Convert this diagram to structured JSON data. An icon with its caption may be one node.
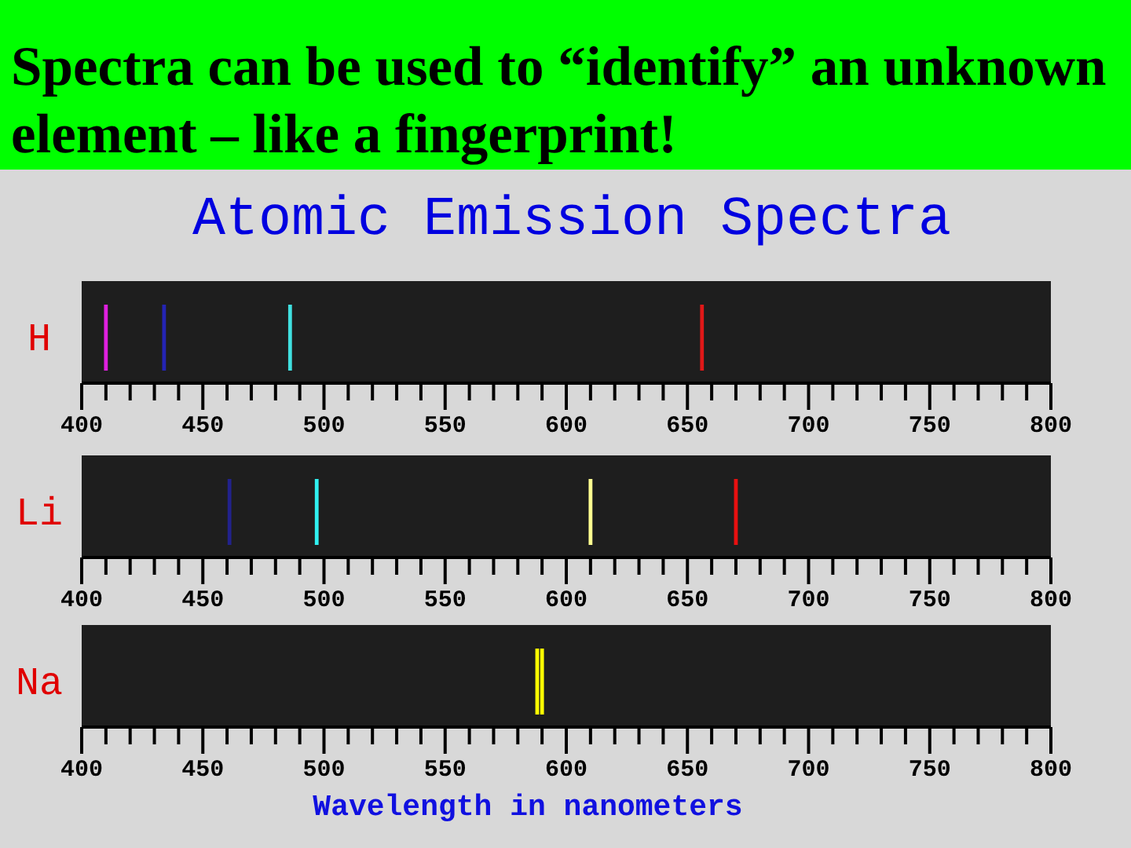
{
  "diagram": {
    "title": "Spectra can be used to “identify” an unknown element – like a fingerprint!",
    "labels": [
      "Atomic Emission Spectra",
      "H",
      "400",
      "450",
      "500",
      "550",
      "600",
      "650",
      "700",
      "750",
      "800",
      "Li",
      "400",
      "450",
      "500",
      "550",
      "600",
      "650",
      "700",
      "750",
      "800",
      "Na",
      "400",
      "450",
      "500",
      "550",
      "600",
      "650",
      "700",
      "750",
      "800",
      "Wavelength in nanometers"
    ]
  }
}
